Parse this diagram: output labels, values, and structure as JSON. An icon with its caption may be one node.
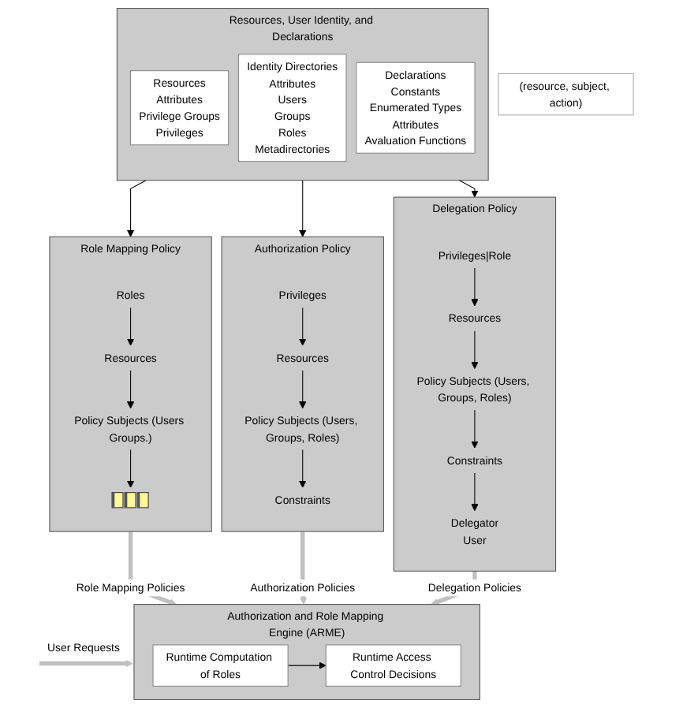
{
  "diagram": {
    "nodes": [
      {
        "text": [
          "Resources, User Identity, and Declarations"
        ]
      },
      {
        "text": [
          "Resources",
          "Attributes",
          "Privilege Groups",
          "Privileges"
        ],
        "in": 0
      },
      {
        "text": [
          "Identity Directories",
          "Attributes",
          "Users",
          "Groups",
          "Roles",
          "Metadirectories"
        ],
        "in": 0
      },
      {
        "text": [
          "Declarations",
          "Constants",
          "Enumerated Types",
          "Attributes",
          "Avaluation Functions"
        ],
        "in": 0
      },
      {
        "text": [
          "Role Mapping Policy"
        ]
      },
      {
        "text": [
          "Roles"
        ],
        "in": 4
      },
      {
        "text": [
          "Resources"
        ],
        "in": 4
      },
      {
        "text": [
          "Policy Subjects (Users Groups.)"
        ],
        "in": 4
      },
      {
        "text": [],
        "shape": "picture",
        "in": 4
      },
      {
        "text": [
          "Authorization Policy"
        ]
      },
      {
        "text": [
          "Privileges"
        ],
        "in": 9
      },
      {
        "text": [
          "Resources"
        ],
        "in": 9
      },
      {
        "text": [
          "Policy Subjects (Users, Groups, Roles)"
        ],
        "in": 9
      },
      {
        "text": [
          "Constraints"
        ],
        "in": 9
      },
      {
        "text": [
          "Delegation Policy"
        ]
      },
      {
        "text": [
          "Privileges|Role"
        ],
        "in": 14
      },
      {
        "text": [
          "Resources"
        ],
        "in": 14
      },
      {
        "text": [
          "Policy Subjects (Users, Groups, Roles)"
        ],
        "in": 14
      },
      {
        "text": [
          "Constraints"
        ],
        "in": 14
      },
      {
        "text": [
          "Delegator",
          "User"
        ],
        "in": 14
      },
      {
        "text": [
          "(resource, subject, action)"
        ]
      },
      {
        "text": [
          "Authorization and Role Mapping Engine (ARME)"
        ]
      },
      {
        "text": [
          "Runtime Computation of Roles"
        ],
        "in": 21
      },
      {
        "text": [
          "Runtime Access Control Decisions"
        ],
        "in": 21
      }
    ],
    "edges": [
      {
        "from": 0,
        "to": 4,
        "arrow": "to"
      },
      {
        "from": 0,
        "to": 9,
        "arrow": "to"
      },
      {
        "from": 0,
        "to": 14,
        "arrow": "to"
      },
      {
        "from": 5,
        "to": 6,
        "arrow": "to"
      },
      {
        "from": 6,
        "to": 7,
        "arrow": "to"
      },
      {
        "from": 7,
        "to": 8,
        "arrow": "to"
      },
      {
        "from": 10,
        "to": 11,
        "arrow": "to"
      },
      {
        "from": 11,
        "to": 12,
        "arrow": "to"
      },
      {
        "from": 12,
        "to": 13,
        "arrow": "to"
      },
      {
        "from": 15,
        "to": 16,
        "arrow": "to"
      },
      {
        "from": 16,
        "to": 17,
        "arrow": "to"
      },
      {
        "from": 17,
        "to": 18,
        "arrow": "to"
      },
      {
        "from": 18,
        "to": 19,
        "arrow": "to"
      },
      {
        "from": 4,
        "to": 21,
        "arrow": "to",
        "label": "Role Mapping Policies",
        "style": "thick",
        "color": "#c0c0c0"
      },
      {
        "from": 9,
        "to": 21,
        "arrow": "to",
        "label": "Authorization Policies",
        "style": "thick",
        "color": "#c0c0c0"
      },
      {
        "from": 14,
        "to": 21,
        "arrow": "to",
        "label": "Delegation Policies",
        "style": "thick",
        "color": "#c0c0c0"
      },
      {
        "from": null,
        "to": 21,
        "arrow": "to",
        "label": "User Requests",
        "style": "thick",
        "color": "#c0c0c0"
      },
      {
        "from": 22,
        "to": 23,
        "arrow": "to"
      }
    ]
  }
}
